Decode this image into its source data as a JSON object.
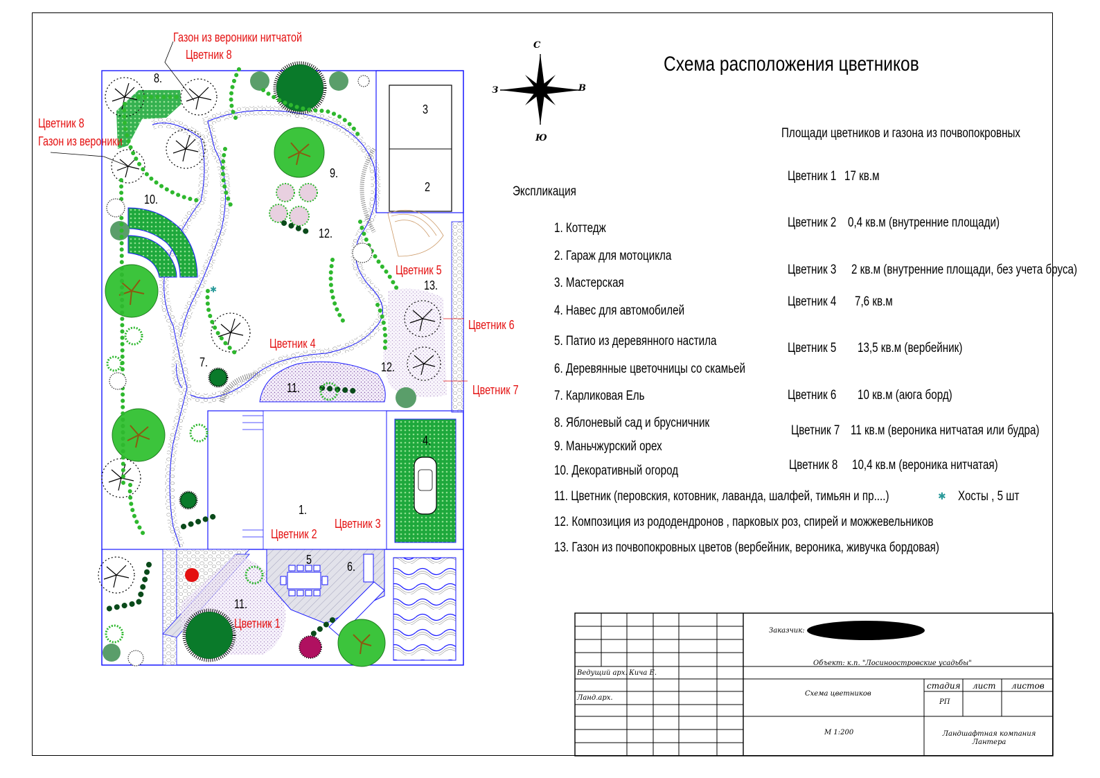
{
  "title": "Схема расположения цветников",
  "compass": {
    "n": "С",
    "s": "Ю",
    "w": "З",
    "e": "В"
  },
  "explication": {
    "title": "Экспликация",
    "items": [
      "1.  Коттедж",
      "2. Гараж для мотоцикла",
      "3.  Мастерская",
      "4.  Навес для автомобилей",
      "5.  Патио из деревянного настила",
      "6.  Деревянные цветочницы со скамьей",
      "7.  Карликовая Ель",
      "8.  Яблоневый сад и брусничник",
      "9.  Маньчжурский орех",
      "10.  Декоративный огород",
      "11.  Цветник (перовския, котовник, лаванда, шалфей, тимьян и пр....)",
      "12.  Композиция из рододендронов , парковых роз, спирей и можжевельников",
      "13.  Газон из почвопокровных цветов (вербейник, вероника, живучка бордовая)"
    ]
  },
  "hosts": "Хосты , 5 шт",
  "areas": {
    "title": "Площади цветников и газона из почвопокровных",
    "items": [
      {
        "name": "Цветник 1",
        "value": "17 кв.м"
      },
      {
        "name": "Цветник 2",
        "value": "0,4 кв.м (внутренние площади)"
      },
      {
        "name": "Цветник 3",
        "value": "2 кв.м (внутренние площади, без учета бруса)"
      },
      {
        "name": "Цветник 4",
        "value": "7,6 кв.м"
      },
      {
        "name": "Цветник 5",
        "value": "13,5 кв.м (вербейник)"
      },
      {
        "name": "Цветник 6",
        "value": "10 кв.м (аюга борд)"
      },
      {
        "name": "Цветник 7",
        "value": "11 кв.м (вероника нитчатая или будра)"
      },
      {
        "name": "Цветник  8",
        "value": "10,4 кв.м (вероника нитчатая)"
      }
    ]
  },
  "plan_labels": {
    "top_lawn": "Газон из вероники нитчатой",
    "top_bed": "Цветник 8",
    "left_bed": "Цветник 8",
    "left_lawn": "Газон из вероники",
    "bed1": "Цветник 1",
    "bed2": "Цветник 2",
    "bed3": "Цветник 3",
    "bed4": "Цветник 4",
    "bed5": "Цветник 5",
    "bed6": "Цветник 6",
    "bed7": "Цветник 7",
    "n1": "1.",
    "n2": "2",
    "n3": "3",
    "n4": "4.",
    "n5": "5",
    "n6": "6.",
    "n7": "7.",
    "n8": "8.",
    "n9": "9.",
    "n10": "10.",
    "n11a": "11.",
    "n11b": "11.",
    "n12a": "12.",
    "n12b": "12.",
    "n13": "13."
  },
  "stamp": {
    "customer": "Заказчик:",
    "object": "Объект:  к.п.  \"Лосиноостровские  усадьбы\"",
    "lead": "Ведущий арх.",
    "lead_name": "Кича  Е.",
    "land_arch": "Ланд.арх.",
    "sheet_name": "Схема  цветников",
    "stage_h": "стадия",
    "sheet_h": "лист",
    "sheets_h": "листов",
    "stage": "РП",
    "scale": "М  1:200",
    "company": "Ландшафтная  компания Лантера"
  },
  "colors": {
    "plan": "#1a1aff",
    "accent": "#e41010",
    "green": "#2eb82e",
    "dark_green": "#0a7a2a"
  }
}
